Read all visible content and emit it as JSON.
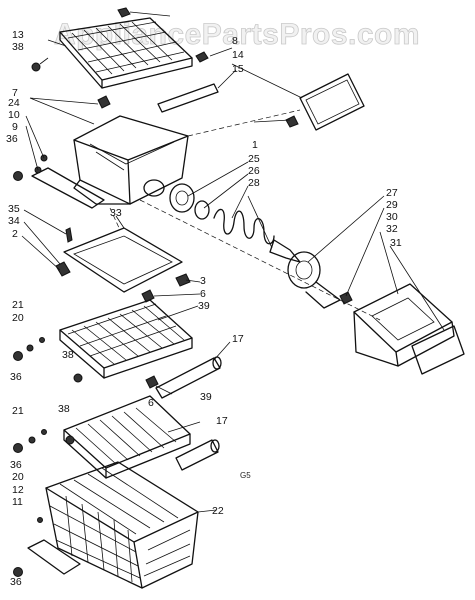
{
  "watermark": "AppliancePartsPros.com",
  "callouts": {
    "c13": "13",
    "c38a": "38",
    "c8": "8",
    "c14": "14",
    "c15": "15",
    "c7": "7",
    "c24": "24",
    "c10": "10",
    "c9": "9",
    "c36a": "36",
    "c1": "1",
    "c25": "25",
    "c26": "26",
    "c28": "28",
    "c27": "27",
    "c29": "29",
    "c30": "30",
    "c32": "32",
    "c31": "31",
    "c35": "35",
    "c34": "34",
    "c2": "2",
    "c33": "33",
    "c3": "3",
    "c6a": "6",
    "c39a": "39",
    "c21a": "21",
    "c20a": "20",
    "c36b": "36",
    "c38b": "38",
    "c17a": "17",
    "c6b": "6",
    "c21b": "21",
    "c38c": "38",
    "c39b": "39",
    "c17b": "17",
    "c36c": "36",
    "c20b": "20",
    "c12": "12",
    "c11": "11",
    "c22": "22",
    "c36d": "36"
  },
  "code": "G5"
}
